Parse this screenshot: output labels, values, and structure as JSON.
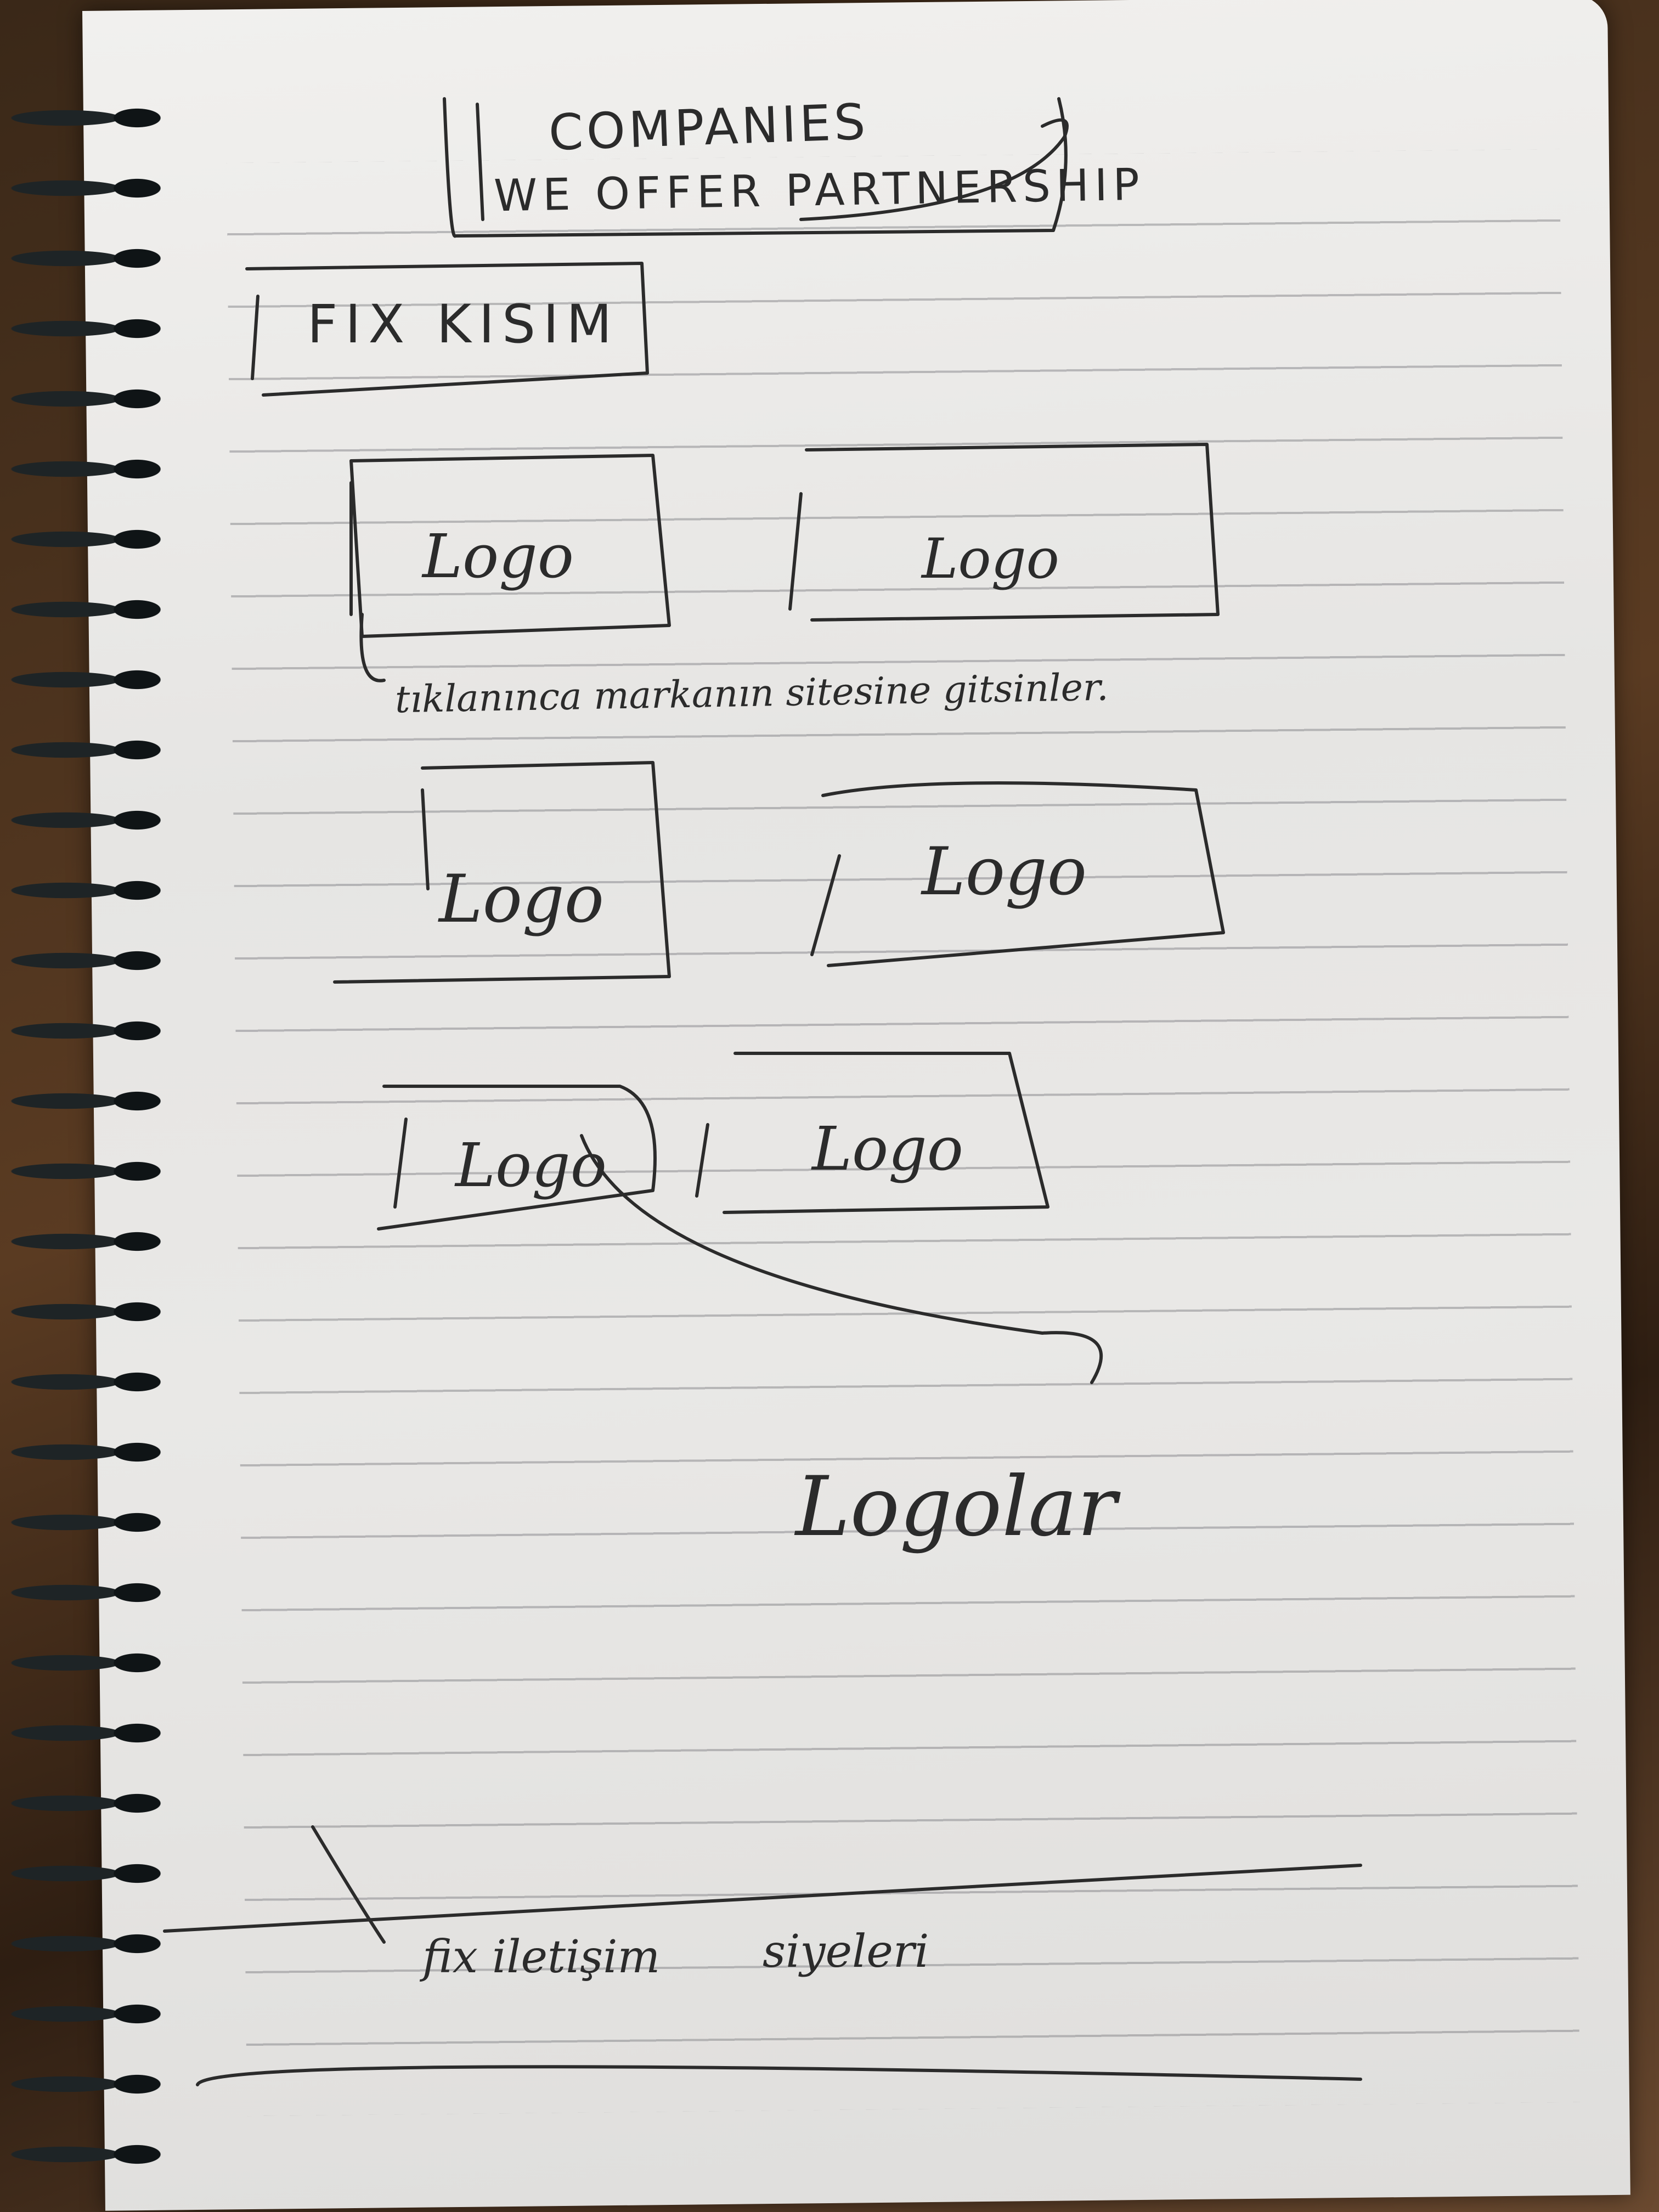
{
  "header": {
    "title_line1": "COMPANIES",
    "title_line2": "WE OFFER PARTNERSHIP"
  },
  "fix_section": {
    "label": "FIX KISIM"
  },
  "logos": [
    {
      "label": "Logo"
    },
    {
      "label": "Logo"
    },
    {
      "label": "Logo"
    },
    {
      "label": "Logo"
    },
    {
      "label": "Logo"
    },
    {
      "label": "Logo"
    }
  ],
  "note": {
    "text": "tıklanınca markanın sitesine gitsinler."
  },
  "logolar_label": "Logolar",
  "footer": {
    "label_left": "fix iletişim",
    "label_right": "siyeleri"
  },
  "colors": {
    "ink": "#2b2b2b",
    "paper": "#ebeae8",
    "rule": "#9a9aa0",
    "spiral": "#111618"
  }
}
